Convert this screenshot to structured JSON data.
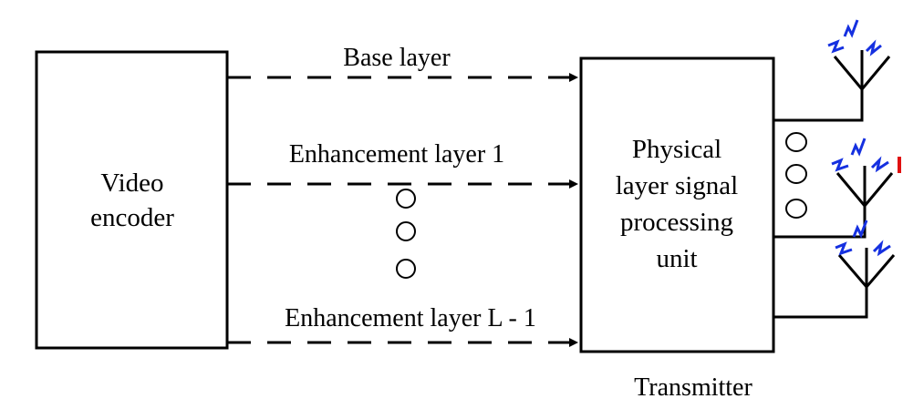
{
  "blocks": {
    "encoder": {
      "line1": "Video",
      "line2": "encoder"
    },
    "processor": {
      "line1": "Physical",
      "line2": "layer signal",
      "line3": "processing",
      "line4": "unit"
    }
  },
  "layers": {
    "base": "Base layer",
    "enh1": "Enhancement layer 1",
    "enhL": "Enhancement layer L - 1"
  },
  "transmitter_label": "Transmitter",
  "colors": {
    "stroke": "#000000",
    "signal": "#1530e0",
    "accent": "#e01010"
  }
}
